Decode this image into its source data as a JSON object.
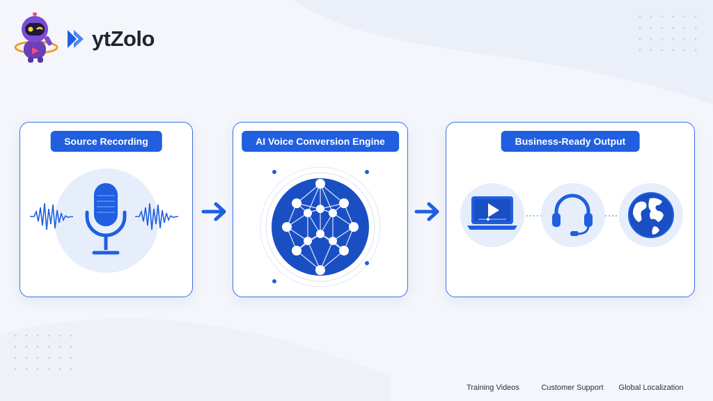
{
  "brand": {
    "name": "ytZolo"
  },
  "stages": [
    {
      "title": "Source Recording",
      "icon": "microphone-icon"
    },
    {
      "title": "AI Voice Conversion Engine",
      "icon": "neural-network-icon"
    },
    {
      "title": "Business-Ready Output",
      "icon": "output-icons"
    }
  ],
  "outputs": [
    {
      "label": "Training Videos",
      "icon": "laptop-play-icon"
    },
    {
      "label": "Customer Support",
      "icon": "headset-icon"
    },
    {
      "label": "Global Localization",
      "icon": "globe-icon"
    }
  ],
  "colors": {
    "primary": "#1f5fe0",
    "dark_blue": "#1a4fc4",
    "light_circle": "#e6edfb",
    "card_border": "#3a6fe0"
  }
}
